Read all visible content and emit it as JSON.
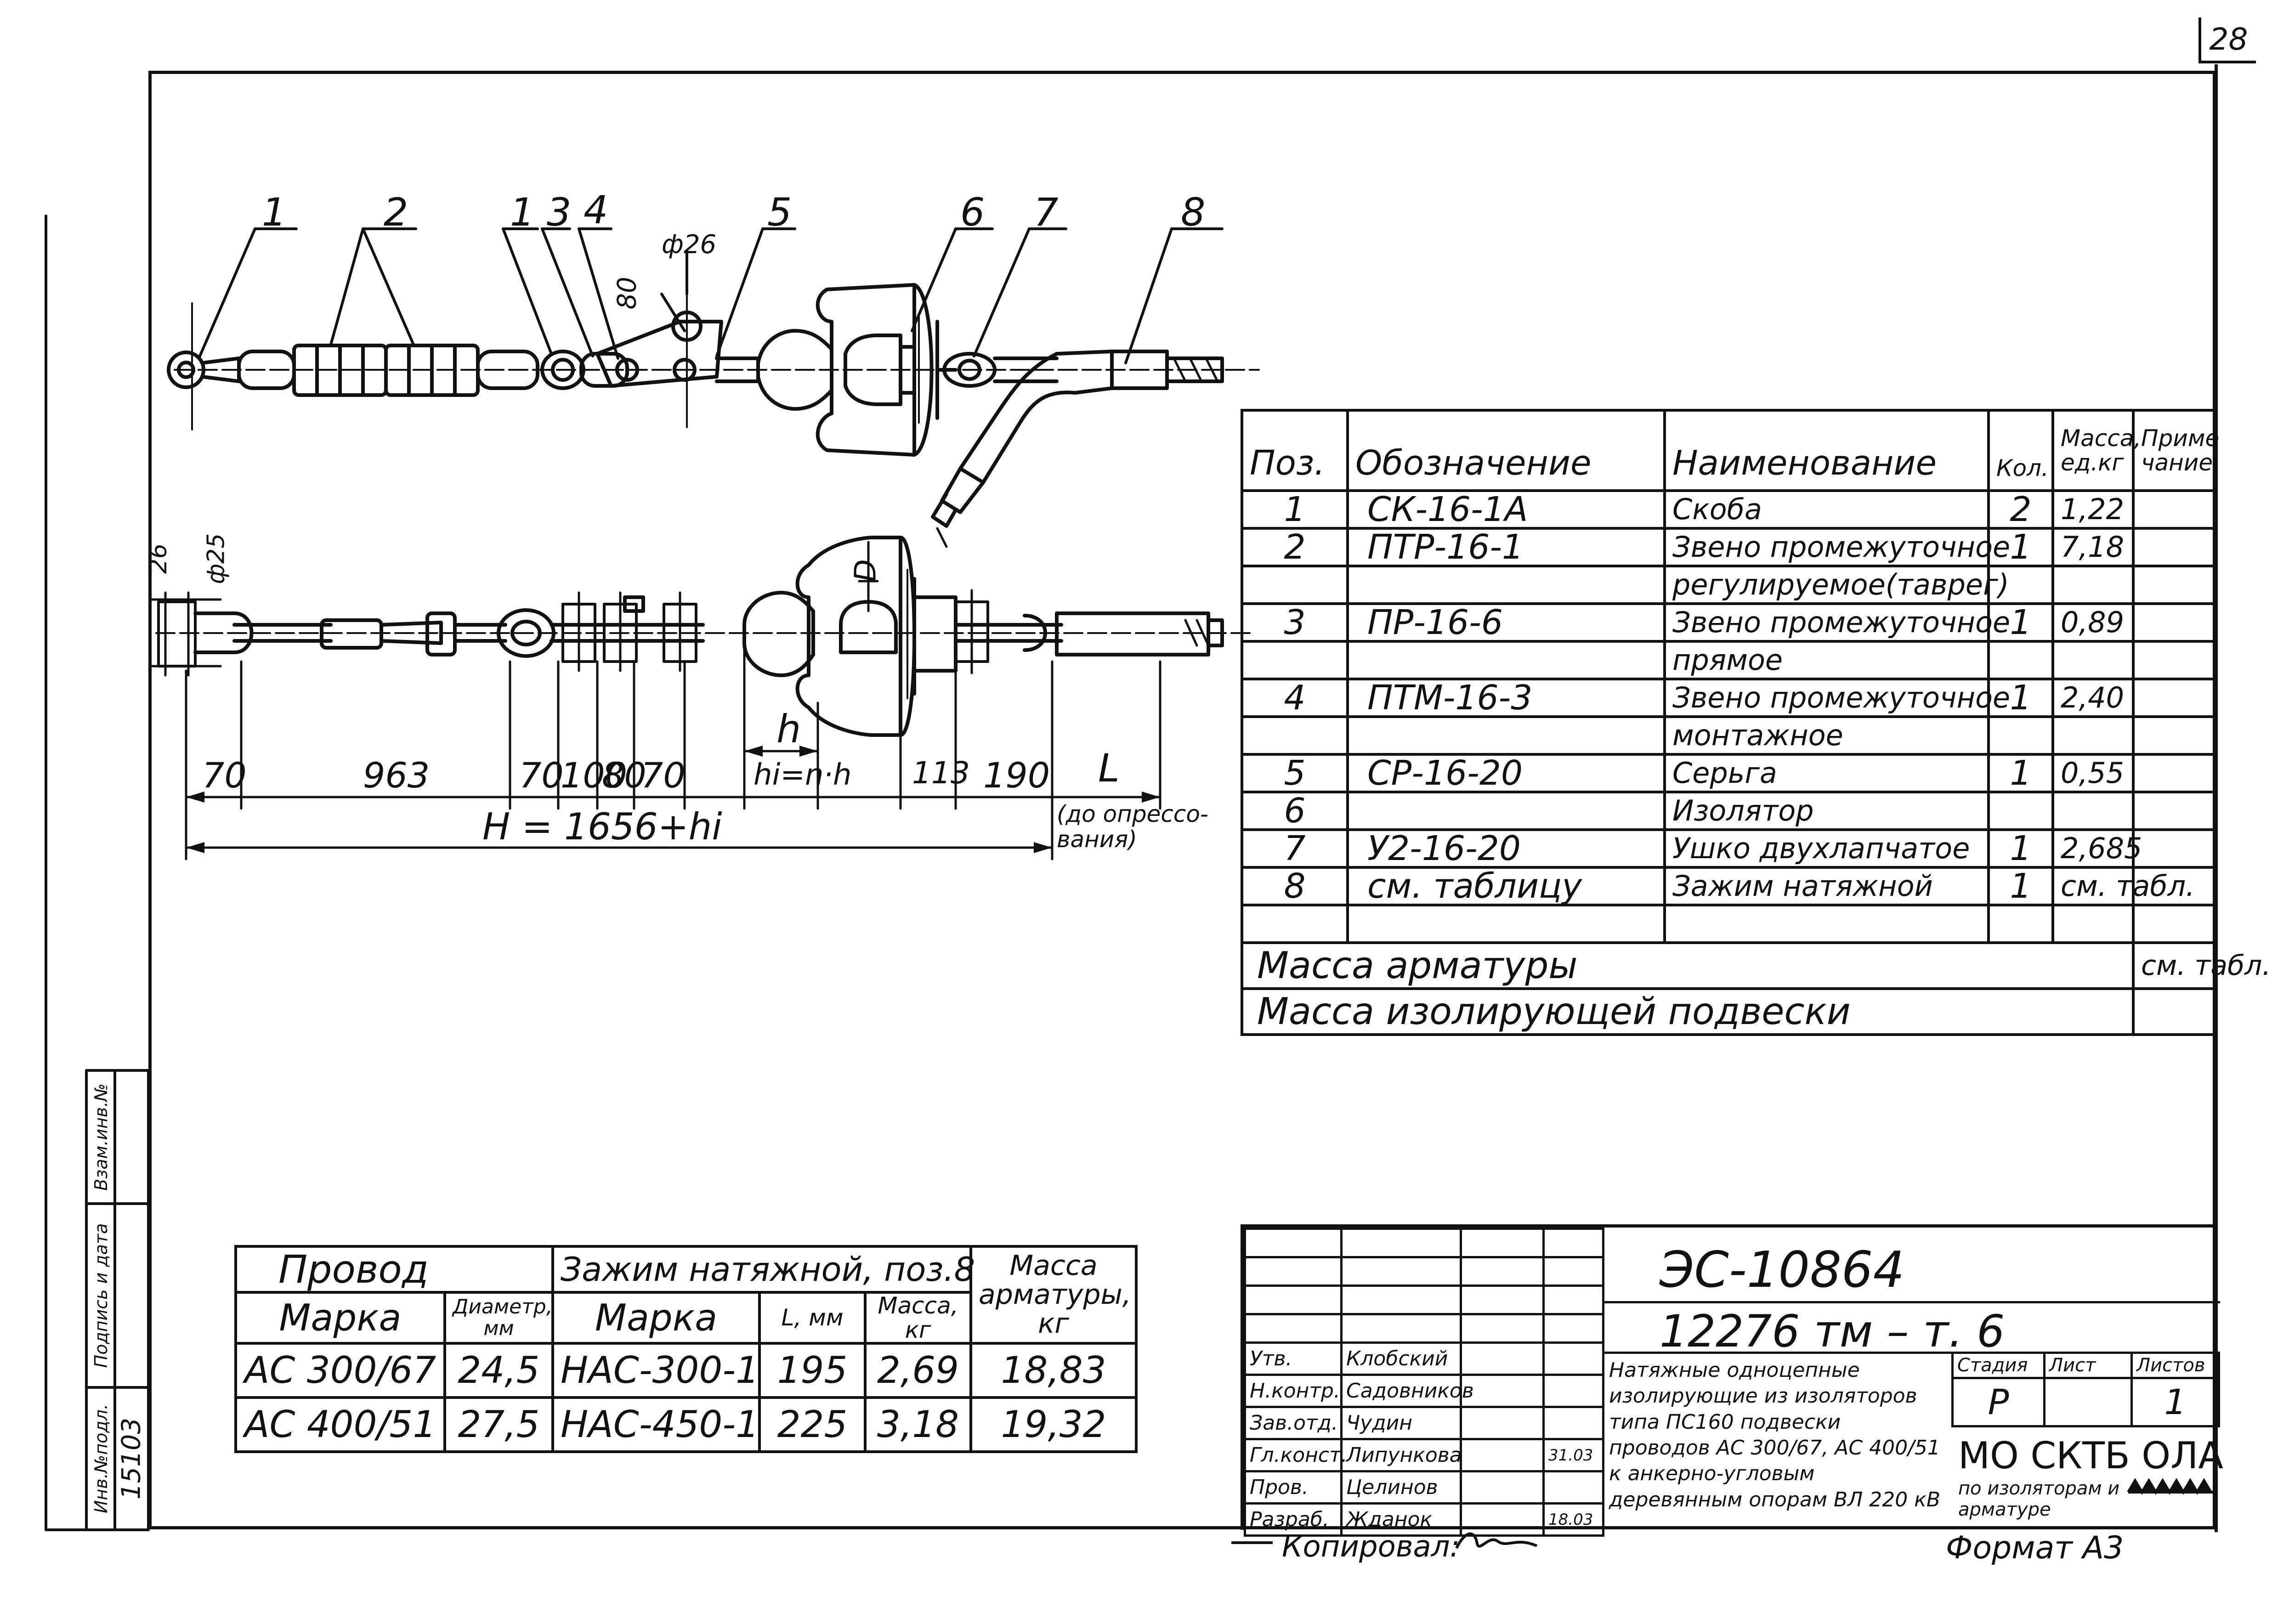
{
  "sheet_number": "28",
  "callouts": [
    "1",
    "2",
    "1",
    "3",
    "4",
    "5",
    "6",
    "7",
    "8"
  ],
  "dims": {
    "phi26": "ф26",
    "v80": "80",
    "v26": "26",
    "phi25": "ф25",
    "D": "D",
    "h": "h",
    "chain": [
      "70",
      "963",
      "70",
      "100",
      "80",
      "70"
    ],
    "hi": "hi=n·h",
    "d113": "113",
    "d190": "190",
    "L": "L",
    "L_note": "(до опрессо-вания)",
    "H": "H = 1656+hi"
  },
  "spec_table": {
    "headers": [
      "Поз.",
      "Обозначение",
      "Наименование",
      "Кол.",
      "Масса, ед.кг",
      "Приме чание"
    ],
    "rows": [
      {
        "pos": "1",
        "code": "СК-16-1А",
        "name": "Скоба",
        "qty": "2",
        "mass": "1,22",
        "note": ""
      },
      {
        "pos": "2",
        "code": "ПТР-16-1",
        "name": "Звено промежуточное",
        "qty": "1",
        "mass": "7,18",
        "note": ""
      },
      {
        "pos": "",
        "code": "",
        "name": "регулируемое(таврег)",
        "qty": "",
        "mass": "",
        "note": ""
      },
      {
        "pos": "3",
        "code": "ПР-16-6",
        "name": "Звено промежуточное",
        "qty": "1",
        "mass": "0,89",
        "note": ""
      },
      {
        "pos": "",
        "code": "",
        "name": "прямое",
        "qty": "",
        "mass": "",
        "note": ""
      },
      {
        "pos": "4",
        "code": "ПТМ-16-3",
        "name": "Звено промежуточное",
        "qty": "1",
        "mass": "2,40",
        "note": ""
      },
      {
        "pos": "",
        "code": "",
        "name": "монтажное",
        "qty": "",
        "mass": "",
        "note": ""
      },
      {
        "pos": "5",
        "code": "СР-16-20",
        "name": "Серьга",
        "qty": "1",
        "mass": "0,55",
        "note": ""
      },
      {
        "pos": "6",
        "code": "",
        "name": "Изолятор",
        "qty": "",
        "mass": "",
        "note": ""
      },
      {
        "pos": "7",
        "code": "У2-16-20",
        "name": "Ушко двухлапчатое",
        "qty": "1",
        "mass": "2,685",
        "note": ""
      },
      {
        "pos": "8",
        "code": "см. таблицу",
        "name": "Зажим натяжной",
        "qty": "1",
        "mass": "см. табл.",
        "note": ""
      },
      {
        "pos": "",
        "code": "",
        "name": "",
        "qty": "",
        "mass": "",
        "note": ""
      }
    ],
    "total_armature_label": "Масса арматуры",
    "total_armature_value": "см. табл.",
    "total_suspension_label": "Масса изолирующей подвески",
    "total_suspension_value": ""
  },
  "wire_table": {
    "h_wire": "Провод",
    "h_clamp": "Зажим натяжной, поз.8",
    "h_mass": "Масса арматуры, кг",
    "h_mark": "Марка",
    "h_diam": "Диаметр, мм",
    "h_mark2": "Марка",
    "h_L": "L, мм",
    "h_massu": "Масса, кг",
    "rows": [
      {
        "mark": "АС 300/67",
        "diam": "24,5",
        "clamp": "НАС-300-1",
        "L": "195",
        "mass": "2,69",
        "total": "18,83"
      },
      {
        "mark": "АС 400/51",
        "diam": "27,5",
        "clamp": "НАС-450-1",
        "L": "225",
        "mass": "3,18",
        "total": "19,32"
      }
    ]
  },
  "side_stamp": {
    "labels": [
      "Взам.инв.№",
      "Подпись и дата",
      "Инв.№подл."
    ],
    "inv_number": "15103"
  },
  "title_block": {
    "doc_code": "ЭС-10864",
    "project_code": "12276 тм – т. 6",
    "roles": [
      "Утв.",
      "Н.контр.",
      "Зав.отд.",
      "Гл.конст.",
      "Пров.",
      "Разраб."
    ],
    "names": [
      "Клобский",
      "Садовников",
      "Чудин",
      "Липункова",
      "Целинов",
      "Жданок"
    ],
    "dates": [
      "",
      "",
      "",
      "31.03",
      "",
      "18.03"
    ],
    "title": "Натяжные одноцепные изолирующие из изоляторов типа ПС160 подвески проводов АС 300/67, АС 400/51 к анкерно-угловым деревянным опорам ВЛ 220 кВ",
    "stage_label": "Стадия",
    "sheet_label": "Лист",
    "sheets_label": "Листов",
    "stage": "Р",
    "sheet": "",
    "sheets": "1",
    "org": "МО СКТБ ОЛА",
    "org_sub": "по изоляторам и арматуре"
  },
  "copied_label": "Копировал:",
  "format_label": "Формат А3"
}
